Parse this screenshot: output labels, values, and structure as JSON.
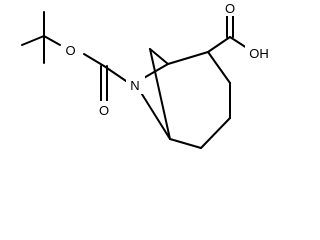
{
  "molecule": {
    "atom_labels": {
      "ester_oxygen": "O",
      "carbonyl_oxygen": "O",
      "bridge_nitrogen": "N",
      "acid_carbonyl_oxygen": "O",
      "acid_hydroxyl": "OH"
    }
  }
}
